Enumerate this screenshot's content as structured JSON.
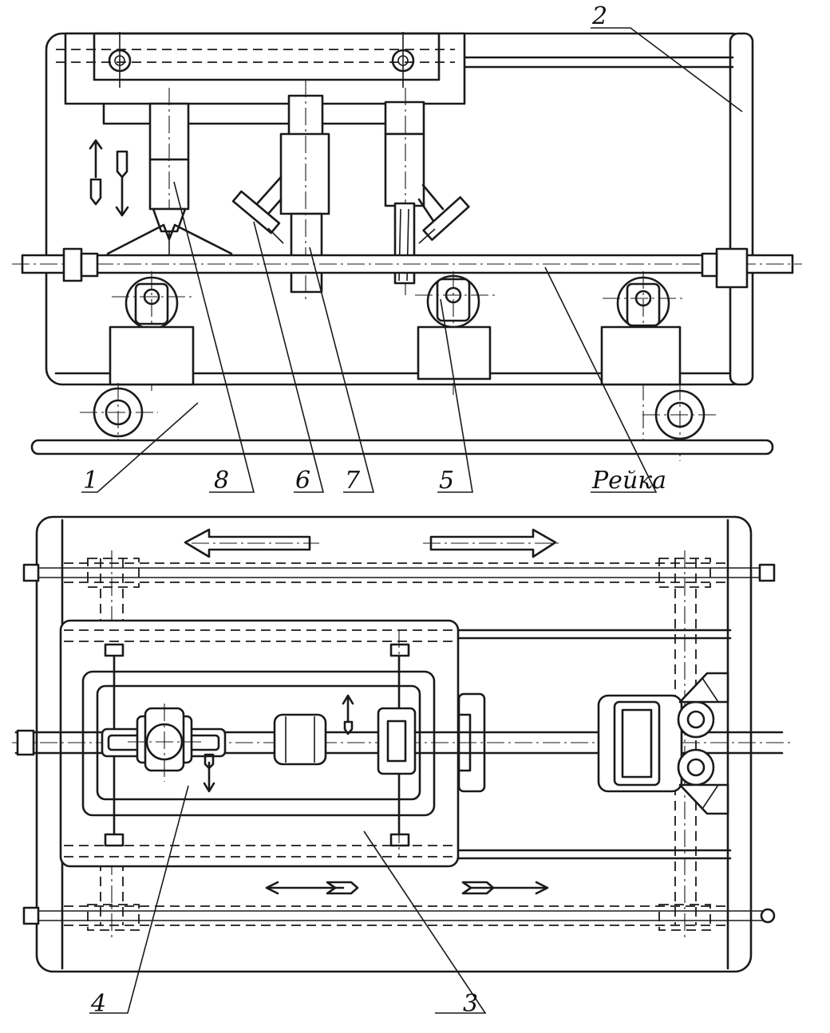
{
  "labels": {
    "frame": "1",
    "side_post": "2",
    "carriage": "3",
    "motor_unit": "4",
    "milling_head_5": "5",
    "cutter_6": "6",
    "cutter_7": "7",
    "cutter_8": "8",
    "rail": "Рейка"
  },
  "icons": {
    "vertical_motion": "up-down-arrows-icon",
    "horizontal_motion": "left-right-arrows-icon"
  },
  "colors": {
    "ink": "#1a1a1a",
    "paper": "#ffffff"
  }
}
